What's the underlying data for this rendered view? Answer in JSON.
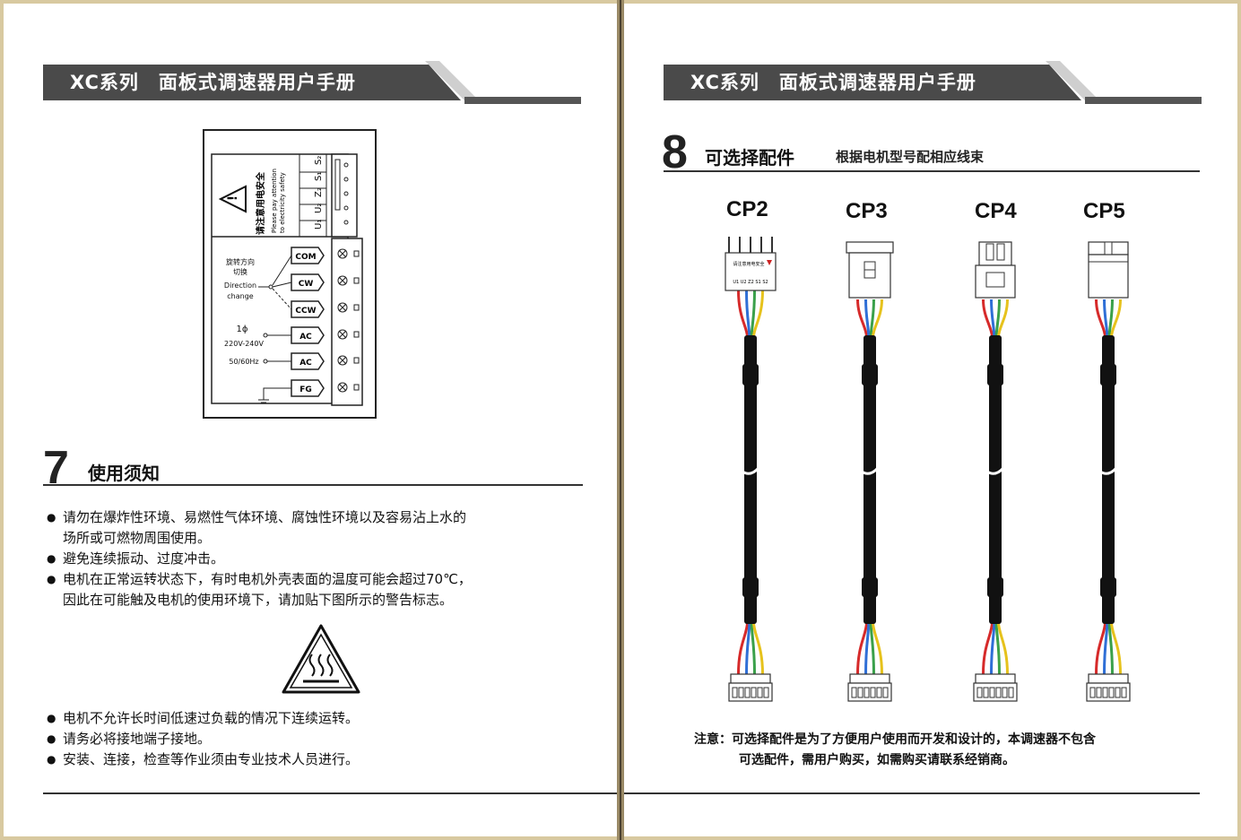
{
  "header": {
    "title": "XC系列　面板式调速器用户手册"
  },
  "left": {
    "wiring": {
      "safety_zh": "请注意用电安全",
      "safety_en_1": "Please pay attention",
      "safety_en_2": "to electricity safety",
      "signals": [
        "U₁",
        "U₂",
        "Z₂",
        "S₁",
        "S₂"
      ],
      "direction_zh_1": "旋转方向",
      "direction_zh_2": "切换",
      "direction_en_1": "Direction",
      "direction_en_2": "change",
      "phase": "1ϕ",
      "voltage": "220V-240V",
      "freq": "50/60Hz",
      "terminals": [
        "COM",
        "CW",
        "CCW",
        "AC",
        "AC",
        "FG"
      ]
    },
    "section": {
      "number": "7",
      "title": "使用须知",
      "bullets": [
        [
          "请勿在爆炸性环境、易燃性气体环境、腐蚀性环境以及容易沾上水的",
          "场所或可燃物周围使用。"
        ],
        [
          "避免连续振动、过度冲击。"
        ],
        [
          "电机在正常运转状态下，有时电机外壳表面的温度可能会超过70℃，",
          "因此在可能触及电机的使用环境下，请加贴下图所示的警告标志。"
        ]
      ],
      "bullets2": [
        [
          "电机不允许长时间低速过负载的情况下连续运转。"
        ],
        [
          "请务必将接地端子接地。"
        ],
        [
          "安装、连接，检查等作业须由专业技术人员进行。"
        ]
      ]
    }
  },
  "right": {
    "section": {
      "number": "8",
      "title": "可选择配件",
      "subtitle": "根据电机型号配相应线束"
    },
    "connectors": [
      {
        "label": "CP2",
        "type": "pins"
      },
      {
        "label": "CP3",
        "type": "housing"
      },
      {
        "label": "CP4",
        "type": "tall-housing"
      },
      {
        "label": "CP5",
        "type": "housing-clip"
      }
    ],
    "wire_colors": [
      "#d62a2a",
      "#2f6fd6",
      "#3aa04a",
      "#e6c21c"
    ],
    "plug_label_1": "请注意用电安全",
    "plug_label_2": "U1 U2 Z2 S1 S2",
    "note": {
      "lead": "注意：",
      "line1": "可选择配件是为了方便用户使用而开发和设计的，本调速器不包含",
      "line2": "可选配件，需用户购买，如需购买请联系经销商。"
    }
  }
}
